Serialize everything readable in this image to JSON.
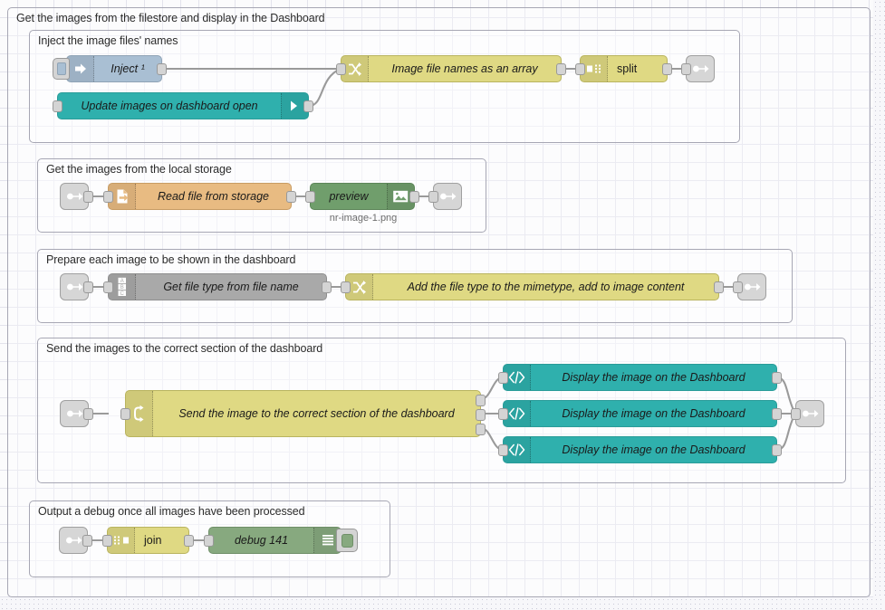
{
  "app": {
    "name": "Node-RED flow editor canvas"
  },
  "groups": [
    {
      "id": "outer",
      "label": "Get the images from the filestore and display in the Dashboard"
    },
    {
      "id": "inject",
      "label": "Inject the image files' names"
    },
    {
      "id": "storage",
      "label": "Get the images from the local storage"
    },
    {
      "id": "prepare",
      "label": "Prepare each image to be shown in the dashboard"
    },
    {
      "id": "send",
      "label": "Send the images to the correct section of the dashboard"
    },
    {
      "id": "debug",
      "label": "Output a debug once all images have been processed"
    }
  ],
  "nodes": {
    "inject": {
      "label": "Inject ¹",
      "type": "inject",
      "icon": "inject-arrow-icon"
    },
    "update_images": {
      "label": "Update images on dashboard open",
      "type": "ui-control",
      "icon": "arrow-right-icon"
    },
    "filenames": {
      "label": "Image file names as an array",
      "type": "change",
      "icon": "change-swap-icon"
    },
    "split": {
      "label": "split",
      "type": "split",
      "icon": "split-icon"
    },
    "readfile": {
      "label": "Read file from storage",
      "type": "file-in",
      "icon": "file-icon"
    },
    "preview": {
      "label": "preview",
      "type": "image",
      "icon": "image-icon"
    },
    "preview_sub": {
      "label": "nr-image-1.png"
    },
    "gettype": {
      "label": "Get file type from file name",
      "type": "template",
      "icon": "abc-icon"
    },
    "mimetype": {
      "label": "Add the file type to the mimetype, add to image content",
      "type": "change",
      "icon": "change-swap-icon"
    },
    "switch": {
      "label": "Send the image to the correct section of the dashboard",
      "type": "switch",
      "icon": "switch-branch-icon"
    },
    "display1": {
      "label": "Display the image on the Dashboard",
      "type": "ui-template",
      "icon": "code-tag-icon"
    },
    "display2": {
      "label": "Display the image on the Dashboard",
      "type": "ui-template",
      "icon": "code-tag-icon"
    },
    "display3": {
      "label": "Display the image on the Dashboard",
      "type": "ui-template",
      "icon": "code-tag-icon"
    },
    "join": {
      "label": "join",
      "type": "join",
      "icon": "join-icon"
    },
    "debug": {
      "label": "debug 141",
      "type": "debug",
      "icon": "list-icon"
    },
    "link_out_1": {
      "label": "",
      "type": "link-out",
      "icon": "link-out-icon"
    },
    "link_in_2": {
      "label": "",
      "type": "link-in",
      "icon": "link-in-icon"
    },
    "link_out_2": {
      "label": "",
      "type": "link-out",
      "icon": "link-out-icon"
    },
    "link_in_3": {
      "label": "",
      "type": "link-in",
      "icon": "link-in-icon"
    },
    "link_out_3": {
      "label": "",
      "type": "link-out",
      "icon": "link-out-icon"
    },
    "link_in_4": {
      "label": "",
      "type": "link-in",
      "icon": "link-in-icon"
    },
    "link_out_4": {
      "label": "",
      "type": "link-out",
      "icon": "link-out-icon"
    },
    "link_in_5": {
      "label": "",
      "type": "link-in",
      "icon": "link-in-icon"
    }
  },
  "colors": {
    "inject": "#a9bfd3",
    "teal": "#2fb0ad",
    "yellow": "#dfd983",
    "grey": "#a9a9a9",
    "orange": "#e8bb82",
    "green": "#709e6c",
    "green_light": "#87a97f",
    "link": "#d4d4d4",
    "wire": "#9a9a9a",
    "canvas": "#fbfbfc",
    "grid": "#e3e3ec",
    "group_border": "#a7a7b4"
  }
}
